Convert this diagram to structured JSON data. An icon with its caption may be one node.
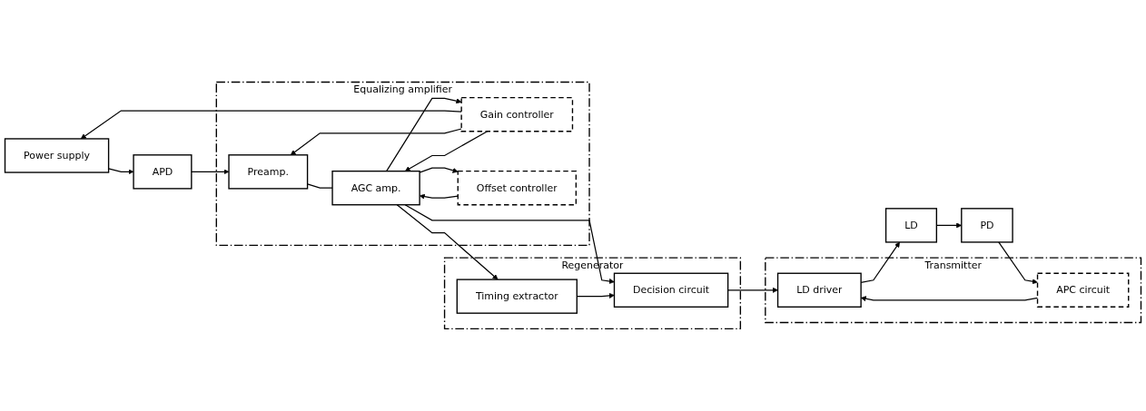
{
  "diagram": {
    "nodes": [
      {
        "text": [
          "Power supply"
        ]
      },
      {
        "text": [
          "APD"
        ]
      },
      {
        "text": [
          "Equalizing amplifier"
        ]
      },
      {
        "text": [
          "Gain controller"
        ],
        "in": 2
      },
      {
        "text": [
          "Preamp."
        ],
        "in": 2
      },
      {
        "text": [
          "AGC amp."
        ],
        "in": 2
      },
      {
        "text": [
          "Offset controller"
        ],
        "in": 2
      },
      {
        "text": [
          "Regenerator"
        ]
      },
      {
        "text": [
          "Decision circuit"
        ],
        "in": 7
      },
      {
        "text": [
          "Timing extractor"
        ],
        "in": 7
      },
      {
        "text": [
          "Transmitter"
        ]
      },
      {
        "text": [
          "LD driver"
        ],
        "in": 10
      },
      {
        "text": [
          "APC circuit"
        ],
        "in": 10
      },
      {
        "text": [
          "LD"
        ]
      },
      {
        "text": [
          "PD"
        ]
      }
    ],
    "edges": [
      {
        "from": 3,
        "to": 0,
        "arrow": "to"
      },
      {
        "from": 0,
        "to": 1,
        "arrow": "to"
      },
      {
        "from": 1,
        "to": 4,
        "arrow": "to"
      },
      {
        "from": 3,
        "to": 4,
        "arrow": "to"
      },
      {
        "from": 3,
        "to": 5,
        "arrow": "to"
      },
      {
        "from": 4,
        "to": 5,
        "arrow": "none"
      },
      {
        "from": 6,
        "to": 5,
        "arrow": "to"
      },
      {
        "from": 5,
        "to": 3,
        "arrow": "to"
      },
      {
        "from": 5,
        "to": 6,
        "arrow": "to"
      },
      {
        "from": 5,
        "to": 8,
        "arrow": "to"
      },
      {
        "from": 5,
        "to": 9,
        "arrow": "to"
      },
      {
        "from": 9,
        "to": 8,
        "arrow": "to"
      },
      {
        "from": 8,
        "to": 11,
        "arrow": "to"
      },
      {
        "from": 11,
        "to": 13,
        "arrow": "to"
      },
      {
        "from": 13,
        "to": 14,
        "arrow": "to"
      },
      {
        "from": 14,
        "to": 12,
        "arrow": "to"
      },
      {
        "from": 12,
        "to": 11,
        "arrow": "to"
      }
    ]
  }
}
